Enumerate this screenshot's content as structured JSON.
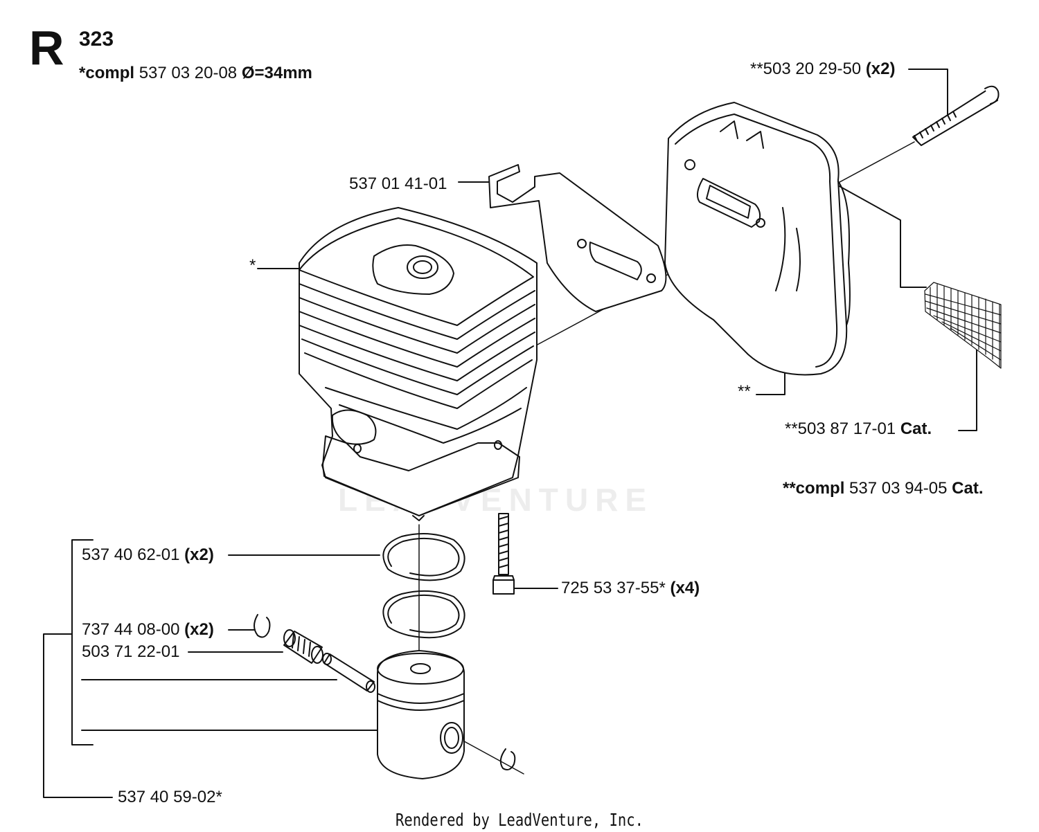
{
  "header": {
    "section_letter": "R",
    "model": "323",
    "assembly": {
      "prefix": "*compl",
      "part": "537 03 20-08",
      "spec": "Ø=34mm"
    }
  },
  "callouts": {
    "bolt_long": {
      "part": "**503 20 29-50",
      "qty": "(x2)"
    },
    "bracket": {
      "part": "537 01 41-01"
    },
    "cylinder": {
      "part": "*"
    },
    "muffler": {
      "part": "**"
    },
    "screen": {
      "part": "**503 87 17-01",
      "cat": "Cat."
    },
    "muffler_kit": {
      "prefix": "**compl",
      "part": "537 03 94-05",
      "cat": "Cat."
    },
    "ring": {
      "part": "537 40 62-01",
      "qty": "(x2)"
    },
    "screw": {
      "part": "725 53 37-55*",
      "qty": "(x4)"
    },
    "circlip": {
      "part": "737 44 08-00",
      "qty": "(x2)"
    },
    "bearing": {
      "part": "503 71 22-01"
    },
    "piston_kit": {
      "part": "537 40 59-02*"
    }
  },
  "watermark": "LEADVENTURE",
  "footer": "Rendered by LeadVenture, Inc."
}
